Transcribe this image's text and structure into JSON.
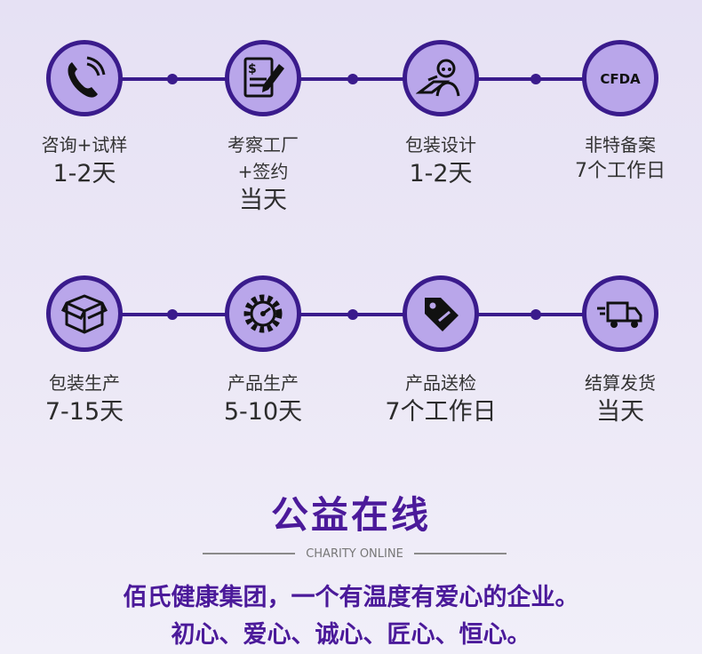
{
  "row1": [
    {
      "icon": "phone-icon",
      "line1": "咨询+试样",
      "line2": "",
      "value": "1-2天"
    },
    {
      "icon": "contract-icon",
      "line1": "考察工厂",
      "line2": "+签约",
      "value": "当天"
    },
    {
      "icon": "designer-icon",
      "line1": "包装设计",
      "line2": "",
      "value": "1-2天"
    },
    {
      "icon": "cfda-icon",
      "icon_text": "CFDA",
      "line1": "非特备案",
      "line2": "7个工作日",
      "value": ""
    }
  ],
  "row2": [
    {
      "icon": "box-icon",
      "line1": "包装生产",
      "line2": "",
      "value": "7-15天"
    },
    {
      "icon": "gear-gauge-icon",
      "line1": "产品生产",
      "line2": "",
      "value": "5-10天"
    },
    {
      "icon": "tag-icon",
      "line1": "产品送检",
      "line2": "",
      "value": "7个工作日"
    },
    {
      "icon": "truck-icon",
      "line1": "结算发货",
      "line2": "",
      "value": "当天"
    }
  ],
  "section": {
    "title": "公益在线",
    "subtitle": "CHARITY ONLINE",
    "slogan1": "佰氏健康集团，一个有温度有爱心的企业。",
    "slogan2": "初心、爱心、诚心、匠心、恒心。"
  },
  "colors": {
    "accent": "#3a1b8c",
    "circle_fill": "#b9a6ea",
    "title": "#4b1a9a"
  }
}
